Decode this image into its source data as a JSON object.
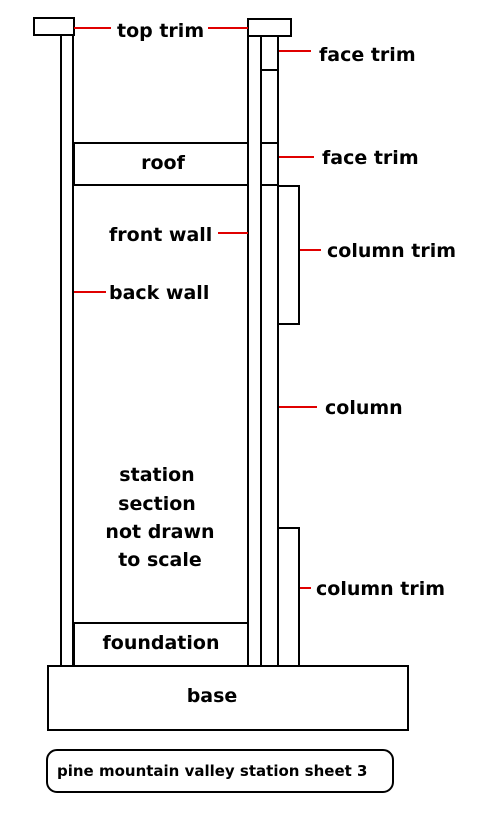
{
  "labels": {
    "top_trim": "top trim",
    "face_trim_top": "face trim",
    "face_trim_mid": "face trim",
    "roof": "roof",
    "front_wall": "front wall",
    "column_trim_upper": "column trim",
    "back_wall": "back wall",
    "column": "column",
    "note_line1": "station",
    "note_line2": "section",
    "note_line3": "not drawn",
    "note_line4": "to scale",
    "column_trim_lower": "column trim",
    "foundation": "foundation",
    "base": "base"
  },
  "sheet_title": "pine mountain valley station sheet  3",
  "colors": {
    "leader": "#e00000",
    "outline": "#000000",
    "background": "#ffffff"
  }
}
